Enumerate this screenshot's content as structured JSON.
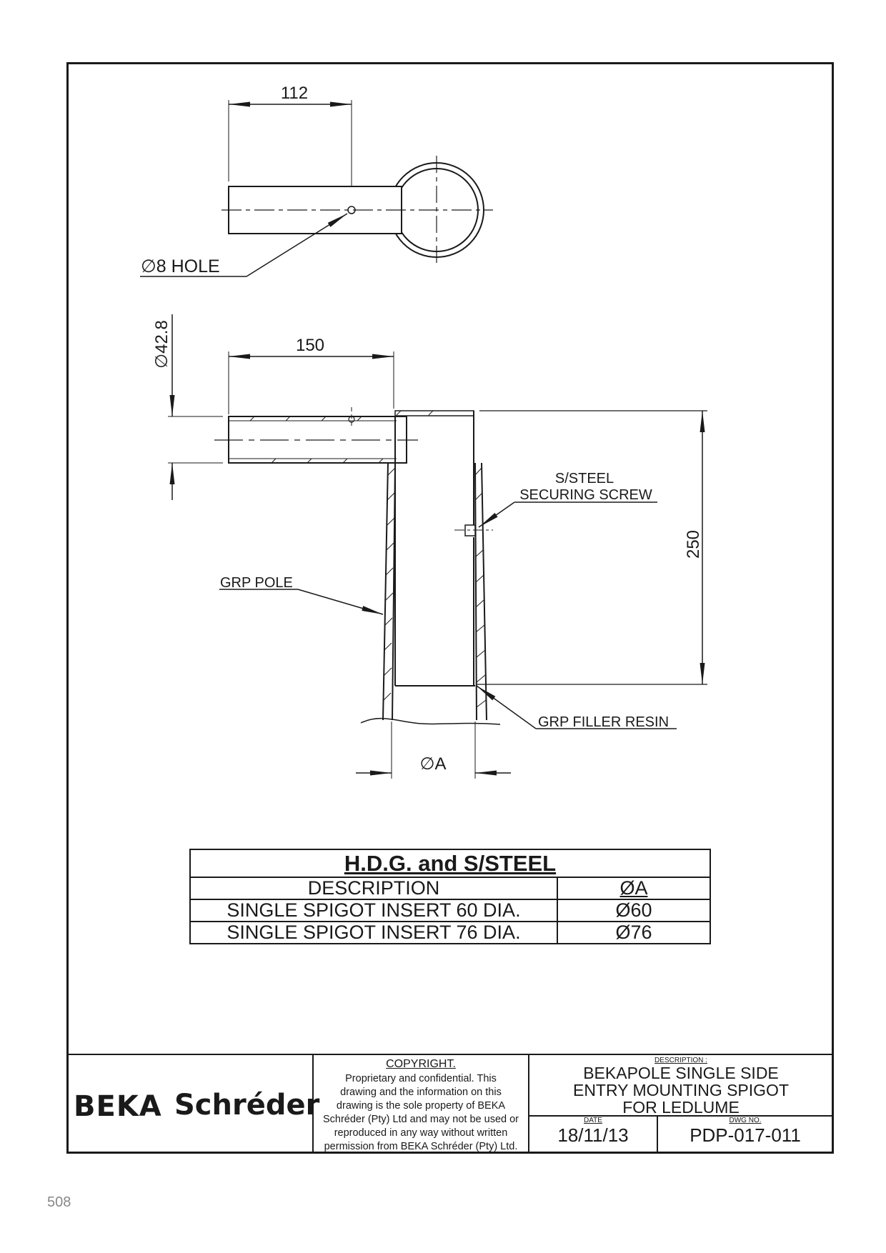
{
  "drawing": {
    "top_view": {
      "dimension_112": "112",
      "hole_label": "8 HOLE",
      "hole_diameter_symbol": "∅"
    },
    "side_view": {
      "dimension_150": "150",
      "dimension_42_8": "42.8",
      "dimension_250": "250",
      "diameter_a": "A",
      "diameter_symbol": "∅",
      "labels": {
        "securing_screw_line1": "S/STEEL",
        "securing_screw_line2": "SECURING SCREW",
        "grp_pole": "GRP POLE",
        "grp_filler_resin": "GRP FILLER RESIN"
      }
    }
  },
  "spec_table": {
    "title": "H.D.G. and S/STEEL",
    "headers": [
      "DESCRIPTION",
      "ØA"
    ],
    "rows": [
      [
        "SINGLE SPIGOT INSERT 60 DIA.",
        "Ø60"
      ],
      [
        "SINGLE SPIGOT INSERT 76 DIA.",
        "Ø76"
      ]
    ]
  },
  "title_block": {
    "logo_part1": "BEKA",
    "logo_part2": "Schréder",
    "copyright_title": "COPYRIGHT.",
    "copyright_lines": [
      "Proprietary and confidential. This",
      "drawing and the information on this",
      "drawing is the sole property of BEKA",
      "Schréder (Pty) Ltd and may not be used or",
      "reproduced in any way without written",
      "permission from BEKA Schréder (Pty) Ltd."
    ],
    "description_label": "DESCRIPTION :",
    "description_lines": [
      "BEKAPOLE SINGLE SIDE",
      "ENTRY MOUNTING SPIGOT",
      "FOR LEDLUME"
    ],
    "date_label": "DATE",
    "date_value": "18/11/13",
    "dwg_label": "DWG NO.",
    "dwg_value": "PDP-017-011"
  },
  "page_number": "508"
}
